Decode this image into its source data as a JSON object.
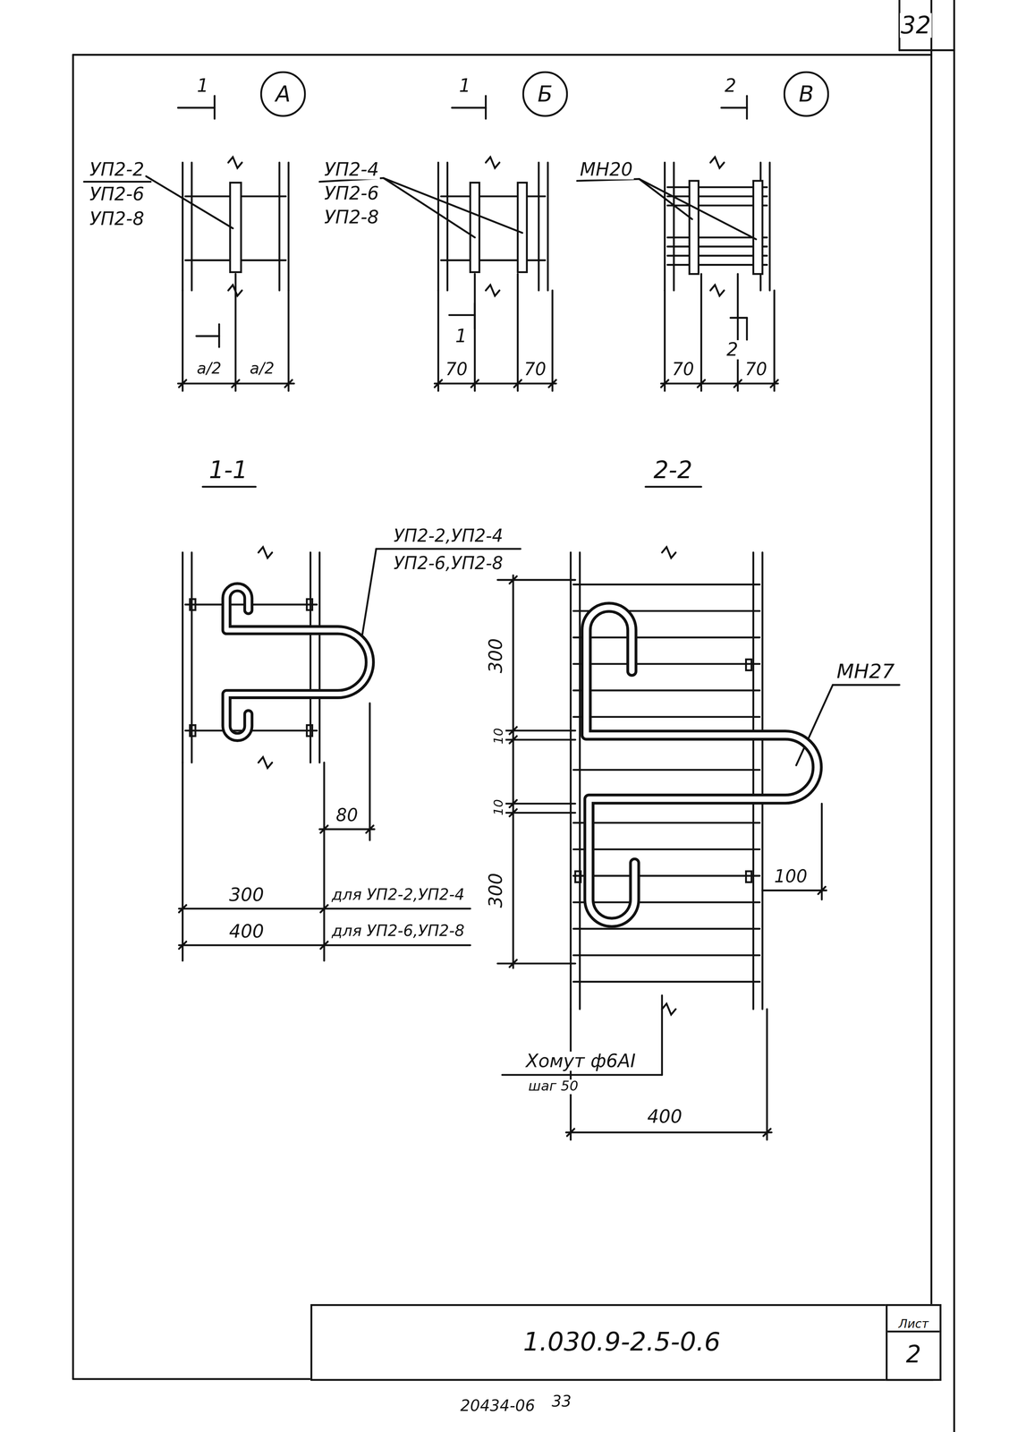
{
  "diagram": {
    "nodes": [
      {
        "text": [
          "А"
        ]
      },
      {
        "text": [
          "Б"
        ]
      },
      {
        "text": [
          "В"
        ]
      },
      {
        "text": [
          "1.030.9-2.5-0.6"
        ]
      },
      {
        "text": [
          "Лист",
          "2"
        ],
        "in": 3
      }
    ],
    "labels": [
      "32",
      "1",
      "УП2-2",
      "УП2-6",
      "УП2-8",
      "a/2",
      "a/2",
      "1",
      "УП2-4",
      "УП2-6",
      "УП2-8",
      "1",
      "70",
      "70",
      "2",
      "МН20",
      "2",
      "70",
      "70",
      "1-1",
      "2-2",
      "УП2-2,УП2-4",
      "УП2-6,УП2-8",
      "80",
      "300",
      "для УП2-2,УП2-4",
      "400",
      "для УП2-6,УП2-8",
      "300",
      "10",
      "10",
      "300",
      "МН27",
      "100",
      "Хомут ф6АΙ",
      "шаг 50",
      "400",
      "20434-06",
      "33"
    ]
  }
}
